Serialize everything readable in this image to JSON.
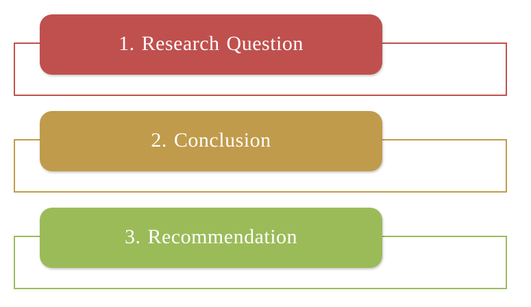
{
  "diagram": {
    "background_color": "#ffffff",
    "text_color": "#ffffff",
    "items": [
      {
        "label": "1. Research Question",
        "color": "#c0504d"
      },
      {
        "label": "2. Conclusion",
        "color": "#c09b4b"
      },
      {
        "label": "3. Recommendation",
        "color": "#9bbb59"
      }
    ]
  }
}
